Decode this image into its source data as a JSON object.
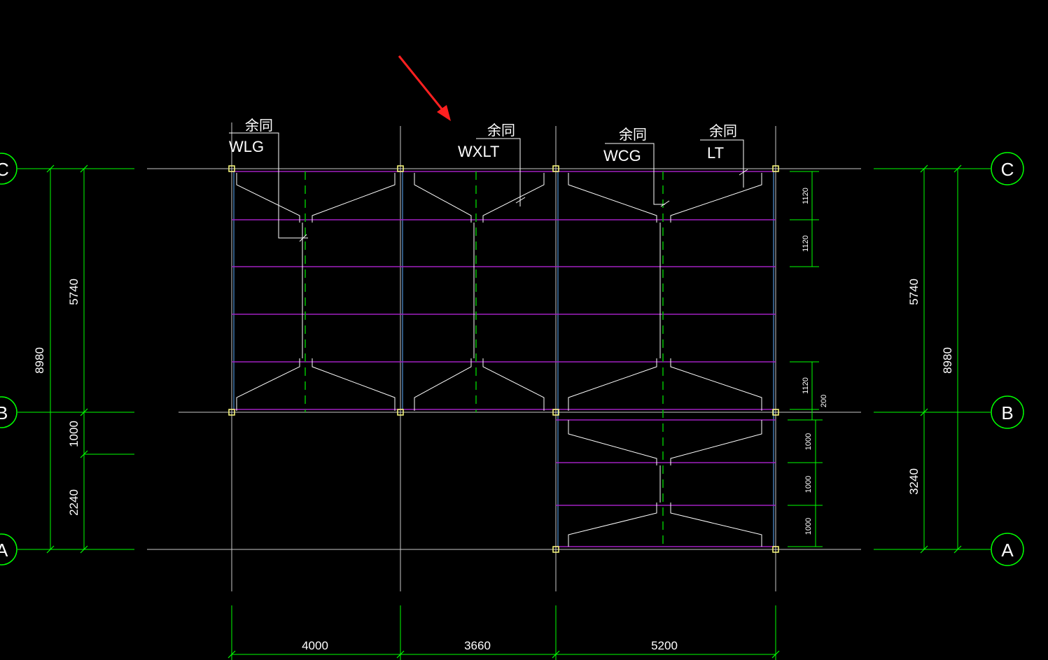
{
  "colors": {
    "background": "#000000",
    "grid_line": "#c8c8c8",
    "dimension": "#00ff00",
    "purlin": "#a020c0",
    "brace": "#ffffff",
    "tie_dashed": "#00c000",
    "column_box": "#ffff80",
    "blue_line": "#60b0ff",
    "arrow": "#ff2020"
  },
  "labels": {
    "wlg": "WLG",
    "wxlt": "WXLT",
    "wcg": "WCG",
    "lt": "LT",
    "same_note": "余同"
  },
  "axes": {
    "c": "C",
    "b": "B",
    "a": "A"
  },
  "dimensions": {
    "bottom": [
      "4000",
      "3660",
      "5200"
    ],
    "left_outer": "8980",
    "left_inner": [
      "5740",
      "1000",
      "2240"
    ],
    "right_outer": "8980",
    "right_inner": [
      "5740",
      "3240"
    ],
    "right_small_top": [
      "1120",
      "1120"
    ],
    "right_small_mid": [
      "1120",
      "200"
    ],
    "right_small_bottom": [
      "1000",
      "1000",
      "1000"
    ]
  }
}
